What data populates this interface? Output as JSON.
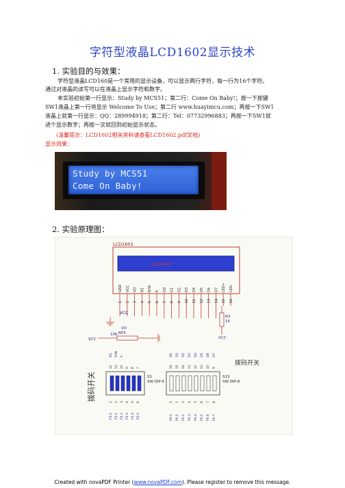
{
  "title": "字符型液晶LCD1602显示技术",
  "section1": {
    "heading": "1.  实验目的与效果：",
    "para1_line1": "字符型液晶LCD160是一个常用的显示设备，可以显示两行字符，每一行为16个字符。",
    "para1_line2": "通过对液晶的读写可以在液晶上显示字符和数字。",
    "para2_line1": "本实验初始第一行显示：Study by MCS51；第二行：Come On Baby!；按一下按键",
    "para2_line2": "SW1液晶上第一行将显示  Welcome To Use；第二行  www.huayimcu.com；再按一下SW1",
    "para2_line3": "液晶上就第一行显示：QQ：289994918；第二行：Tel：07732996883；再按一下SW1就",
    "para2_line4": "进个显示数字；再按一次就回到初始显示状态。",
    "hint": "(温馨提示：LCD1602相关资料请查看LCD1602.pdf文档)",
    "effect_label": "显示效果：",
    "lcd_line1": "Study by MCS51",
    "lcd_line2": "Come On Baby!"
  },
  "section2": {
    "heading": "2.  实验原理图：",
    "schematic": {
      "module_ref": "LCD1602",
      "module_name": "LCD1602",
      "pin_names": [
        "GND",
        "VCC",
        "VO",
        "RS",
        "R/W",
        "E",
        "D0",
        "D1",
        "D2",
        "D3",
        "D4",
        "D5",
        "D6",
        "D7",
        "LED+",
        "LED-"
      ],
      "pin_numbers": [
        "1",
        "2",
        "3",
        "4",
        "5",
        "6",
        "7",
        "8",
        "9",
        "10",
        "11",
        "12",
        "13",
        "14",
        "15",
        "16"
      ],
      "vcc1": "VCC",
      "vcc2": "VCC",
      "vcc3": "VCC",
      "rp": "RP3",
      "rp_val": "10K",
      "vo": "VO",
      "r3": "R3",
      "r3_val": "15",
      "dip_left_label": "拨码开关",
      "dip_right_label": "拨码开关",
      "s1": "S1",
      "s1_type": "SW DIP-6",
      "s13": "S13",
      "s13_type": "SW DIP-8",
      "left_top_pins": [
        "12",
        "11",
        "10",
        "9",
        "8",
        "7"
      ],
      "left_top_signals": [
        "RS",
        "R/W",
        "E"
      ],
      "left_bottom_pins": [
        "1",
        "2",
        "3",
        "4",
        "5",
        "6"
      ],
      "left_bottom_signals": [
        "P1.0",
        "P1.1",
        "P1.2",
        "P1.3",
        "P1.4",
        "P1.5"
      ],
      "right_top_pins": [
        "16",
        "15",
        "14",
        "13",
        "12",
        "11",
        "10",
        "9"
      ],
      "right_top_signals": [
        "D0",
        "D1",
        "D2",
        "D3",
        "D4",
        "D5",
        "D6",
        "D7"
      ],
      "right_bottom_pins": [
        "1",
        "2",
        "3",
        "4",
        "5",
        "6",
        "7",
        "8"
      ],
      "right_bottom_signals": [
        "P0.0",
        "P0.1",
        "P0.2",
        "P0.3",
        "P0.4",
        "P0.5",
        "P0.6",
        "P0.7"
      ]
    }
  },
  "footer": {
    "prefix": "Created with novaPDF Printer (",
    "link": "www.novaPDF.com",
    "suffix": "). Please register to remove this message."
  }
}
